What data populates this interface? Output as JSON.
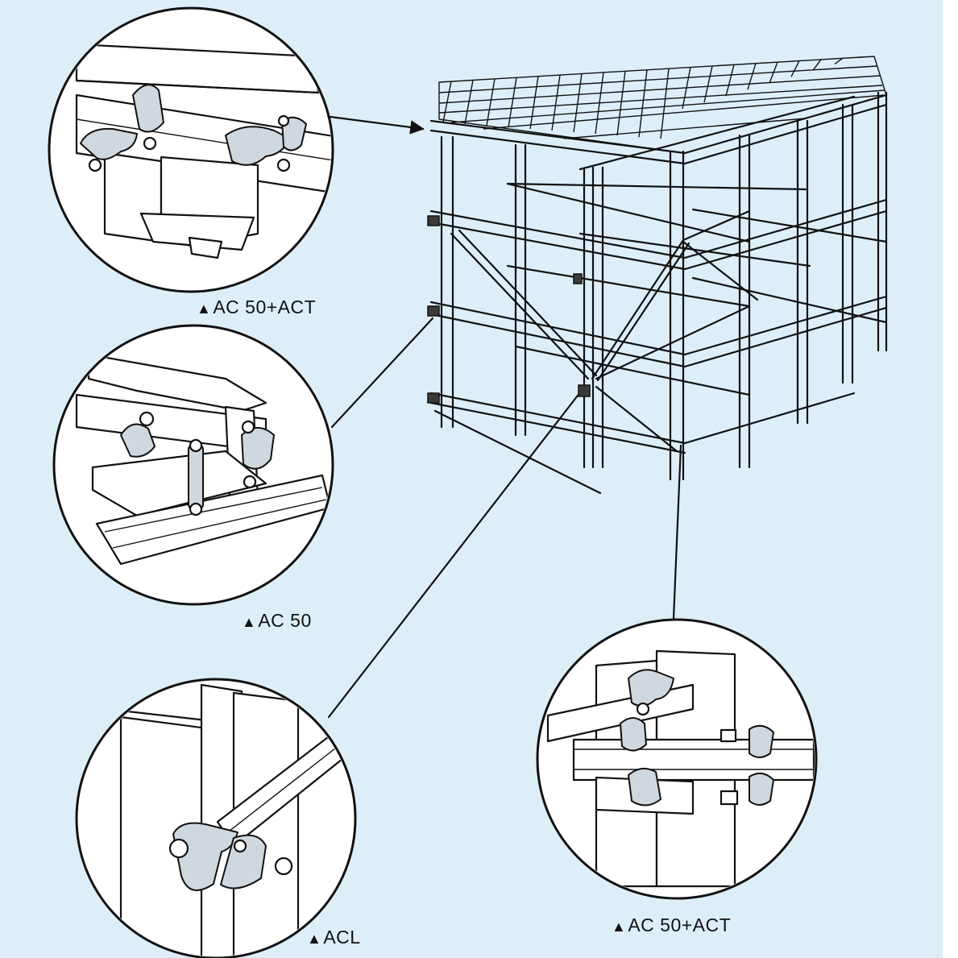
{
  "captions": {
    "c1": "AC 50+ACT",
    "c2": "AC 50",
    "c3": "ACL",
    "c4": "AC 50+ACT",
    "marker": "▲"
  },
  "colors": {
    "background": "#ddeef9",
    "line": "#111111",
    "detail_fill": "#ffffff"
  }
}
